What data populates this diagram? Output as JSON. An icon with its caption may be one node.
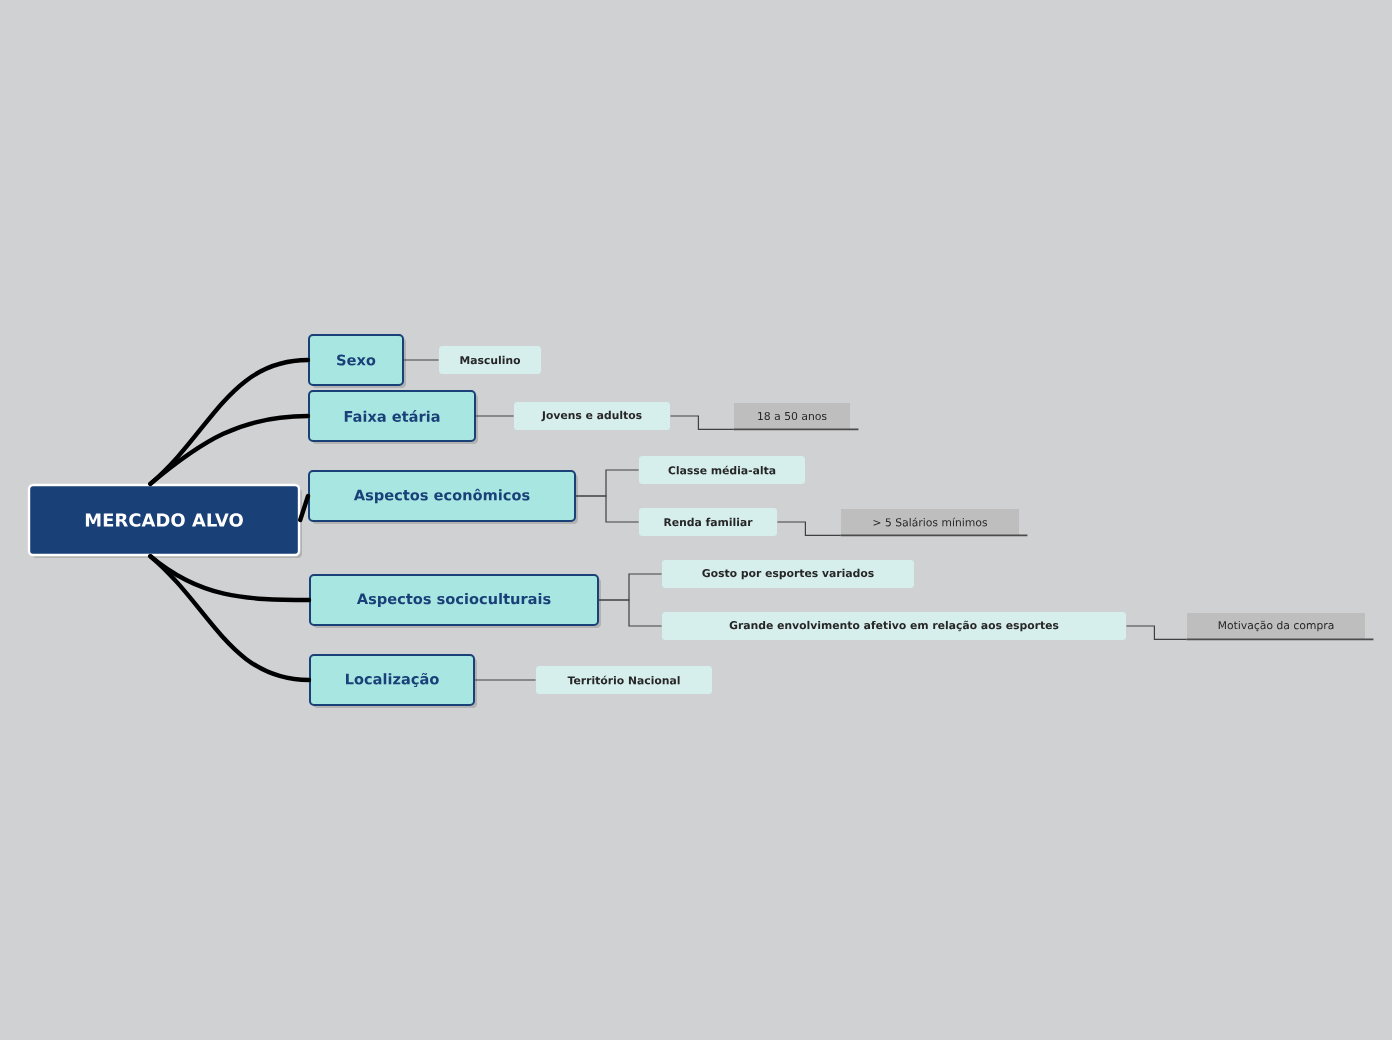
{
  "diagram": {
    "nodes": [
      {
        "text": [
          "MERCADO ALVO"
        ]
      },
      {
        "text": [
          "Sexo"
        ]
      },
      {
        "text": [
          "Faixa etária"
        ]
      },
      {
        "text": [
          "Aspectos econômicos"
        ]
      },
      {
        "text": [
          "Aspectos socioculturais"
        ]
      },
      {
        "text": [
          "Localização"
        ]
      },
      {
        "text": [
          "Masculino"
        ]
      },
      {
        "text": [
          "Jovens e adultos"
        ]
      },
      {
        "text": [
          "18 a 50 anos"
        ]
      },
      {
        "text": [
          "Classe média-alta"
        ]
      },
      {
        "text": [
          "Renda familiar"
        ]
      },
      {
        "text": [
          "> 5 Salários mínimos"
        ]
      },
      {
        "text": [
          "Gosto por esportes variados"
        ]
      },
      {
        "text": [
          "Grande envolvimento afetivo em relação aos esportes"
        ]
      },
      {
        "text": [
          "Motivação da compra"
        ]
      },
      {
        "text": [
          "Território Nacional"
        ]
      }
    ],
    "edges": [
      {
        "from": 0,
        "to": 1,
        "arrow": "none",
        "style": "thick"
      },
      {
        "from": 0,
        "to": 2,
        "arrow": "none",
        "style": "thick"
      },
      {
        "from": 0,
        "to": 3,
        "arrow": "none",
        "style": "thick"
      },
      {
        "from": 0,
        "to": 4,
        "arrow": "none",
        "style": "thick"
      },
      {
        "from": 0,
        "to": 5,
        "arrow": "none",
        "style": "thick"
      },
      {
        "from": 1,
        "to": 6,
        "arrow": "none"
      },
      {
        "from": 2,
        "to": 7,
        "arrow": "none"
      },
      {
        "from": 7,
        "to": 8,
        "arrow": "none"
      },
      {
        "from": 3,
        "to": 9,
        "arrow": "none"
      },
      {
        "from": 3,
        "to": 10,
        "arrow": "none"
      },
      {
        "from": 10,
        "to": 11,
        "arrow": "none"
      },
      {
        "from": 4,
        "to": 12,
        "arrow": "none"
      },
      {
        "from": 4,
        "to": 13,
        "arrow": "none"
      },
      {
        "from": 13,
        "to": 14,
        "arrow": "none"
      },
      {
        "from": 5,
        "to": 15,
        "arrow": "none"
      }
    ]
  }
}
